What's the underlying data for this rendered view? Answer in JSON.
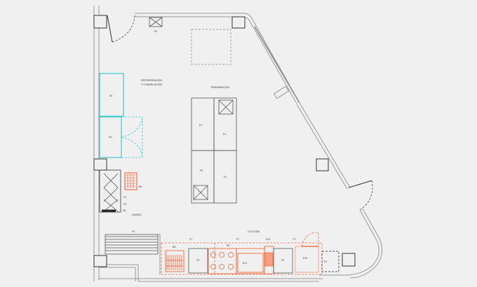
{
  "zones": {
    "refrigeration_line1": "REFRIGERACIÓN",
    "refrigeration_line2": "Y CONGELACIÓN",
    "preparation": "PREPARACIÓN",
    "washing": "LAVADO",
    "cooking": "COCCIÓN"
  },
  "equipment": {
    "e1": "E1",
    "e2": "E2",
    "e3": "E3",
    "e5": "E5",
    "e6": "E6",
    "e8": "E8",
    "e9": "E9",
    "e11": "E11",
    "e12": "E12",
    "e13": "E13",
    "f1": "F1",
    "f2": "F2",
    "f3_wash": "F3",
    "f3_prep": "F3",
    "f4_a": "F4",
    "f4_b": "F4",
    "f5": "F5",
    "f6_a": "F6",
    "f6_b": "F6",
    "f7_a": "F7",
    "f7_b": "F7",
    "f7_c": "F7",
    "f9": "F9"
  },
  "colors": {
    "refrigeration": "#3cc9c9",
    "cooking": "#ee5a2a",
    "walls": "#999999"
  }
}
